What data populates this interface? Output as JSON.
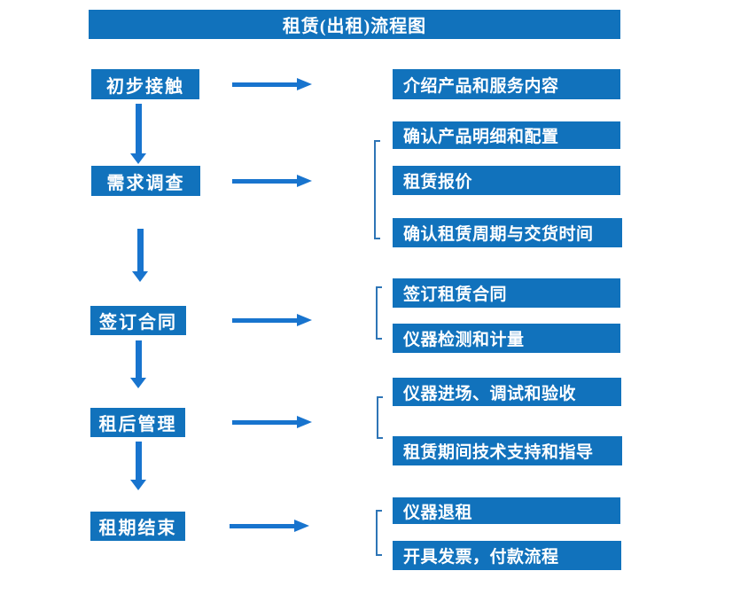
{
  "title": "租赁(出租)流程图",
  "colors": {
    "primary": "#1172BC",
    "arrow": "#1874CE",
    "bracket": "#2E75B6",
    "text_on_primary": "#FFFFFF"
  },
  "steps": [
    {
      "label": "初步接触",
      "outputs": [
        "介绍产品和服务内容"
      ]
    },
    {
      "label": "需求调查",
      "outputs": [
        "确认产品明细和配置",
        "租赁报价",
        "确认租赁周期与交货时间"
      ]
    },
    {
      "label": "签订合同",
      "outputs": [
        "签订租赁合同",
        "仪器检测和计量"
      ]
    },
    {
      "label": "租后管理",
      "outputs": [
        "仪器进场、调试和验收",
        "租赁期间技术支持和指导"
      ]
    },
    {
      "label": "租期结束",
      "outputs": [
        "仪器退租",
        "开具发票，付款流程"
      ]
    }
  ]
}
